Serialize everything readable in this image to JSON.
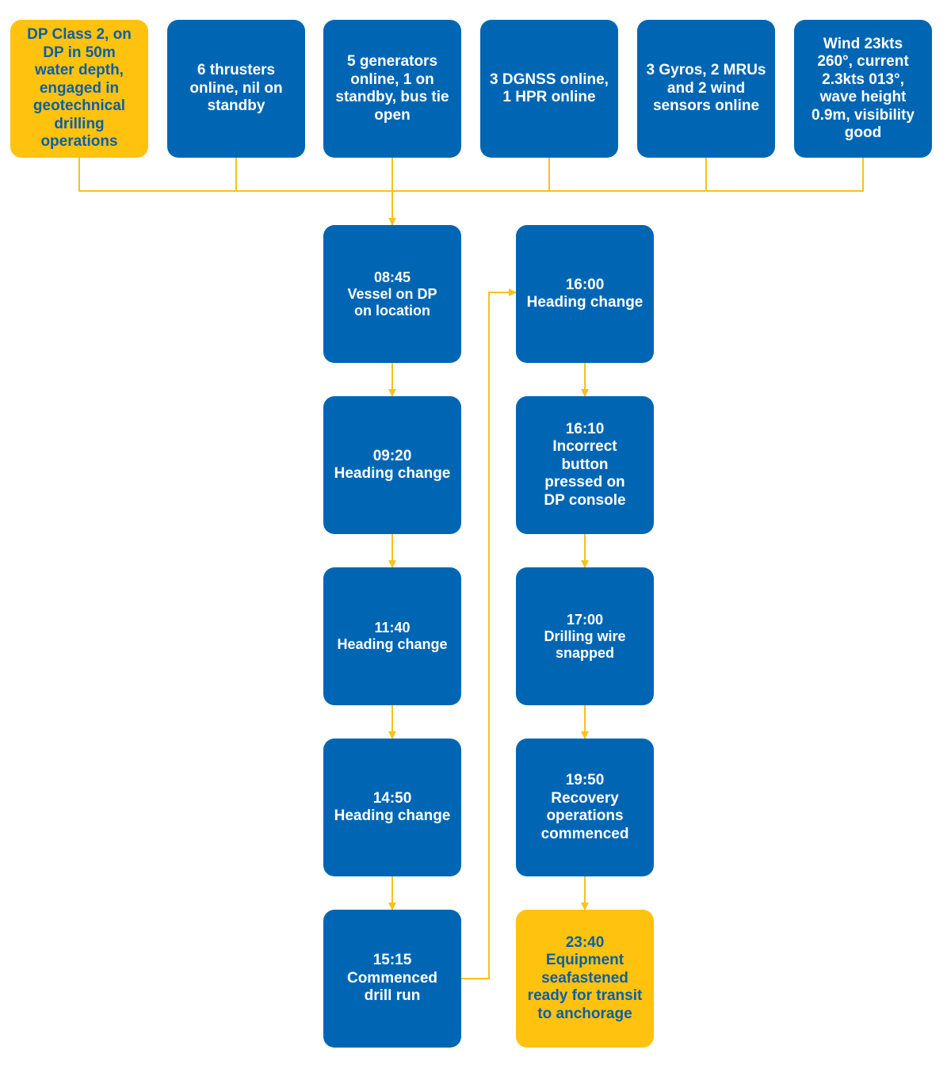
{
  "colors": {
    "primary": "#0066b3",
    "highlight": "#ffc20e",
    "highlight_text": "#0a5fa6",
    "connector": "#f6c21c"
  },
  "context": {
    "situation": "DP Class 2, on\nDP in 50m\nwater depth,\nengaged in\ngeotechnical\ndrilling\noperations",
    "thrusters": "6 thrusters\nonline, nil on\nstandby",
    "generators": "5 generators\nonline, 1 on\nstandby, bus tie\nopen",
    "position_refs": "3 DGNSS online,\n1 HPR online",
    "sensors": "3 Gyros, 2 MRUs\nand 2 wind\nsensors online",
    "environment": "Wind 23kts\n260°, current\n2.3kts 013°,\nwave height\n0.9m, visibility\ngood"
  },
  "timeline": [
    {
      "time": "08:45",
      "text": "Vessel on DP\non location"
    },
    {
      "time": "09:20",
      "text": "Heading change"
    },
    {
      "time": "11:40",
      "text": "Heading change"
    },
    {
      "time": "14:50",
      "text": "Heading change"
    },
    {
      "time": "15:15",
      "text": "Commenced\ndrill run"
    },
    {
      "time": "16:00",
      "text": "Heading change"
    },
    {
      "time": "16:10",
      "text": "Incorrect\nbutton\npressed on\nDP console"
    },
    {
      "time": "17:00",
      "text": "Drilling wire\nsnapped"
    },
    {
      "time": "19:50",
      "text": "Recovery\noperations\ncommenced"
    },
    {
      "time": "23:40",
      "text": "Equipment\nseafastened\nready for transit\nto anchorage"
    }
  ]
}
